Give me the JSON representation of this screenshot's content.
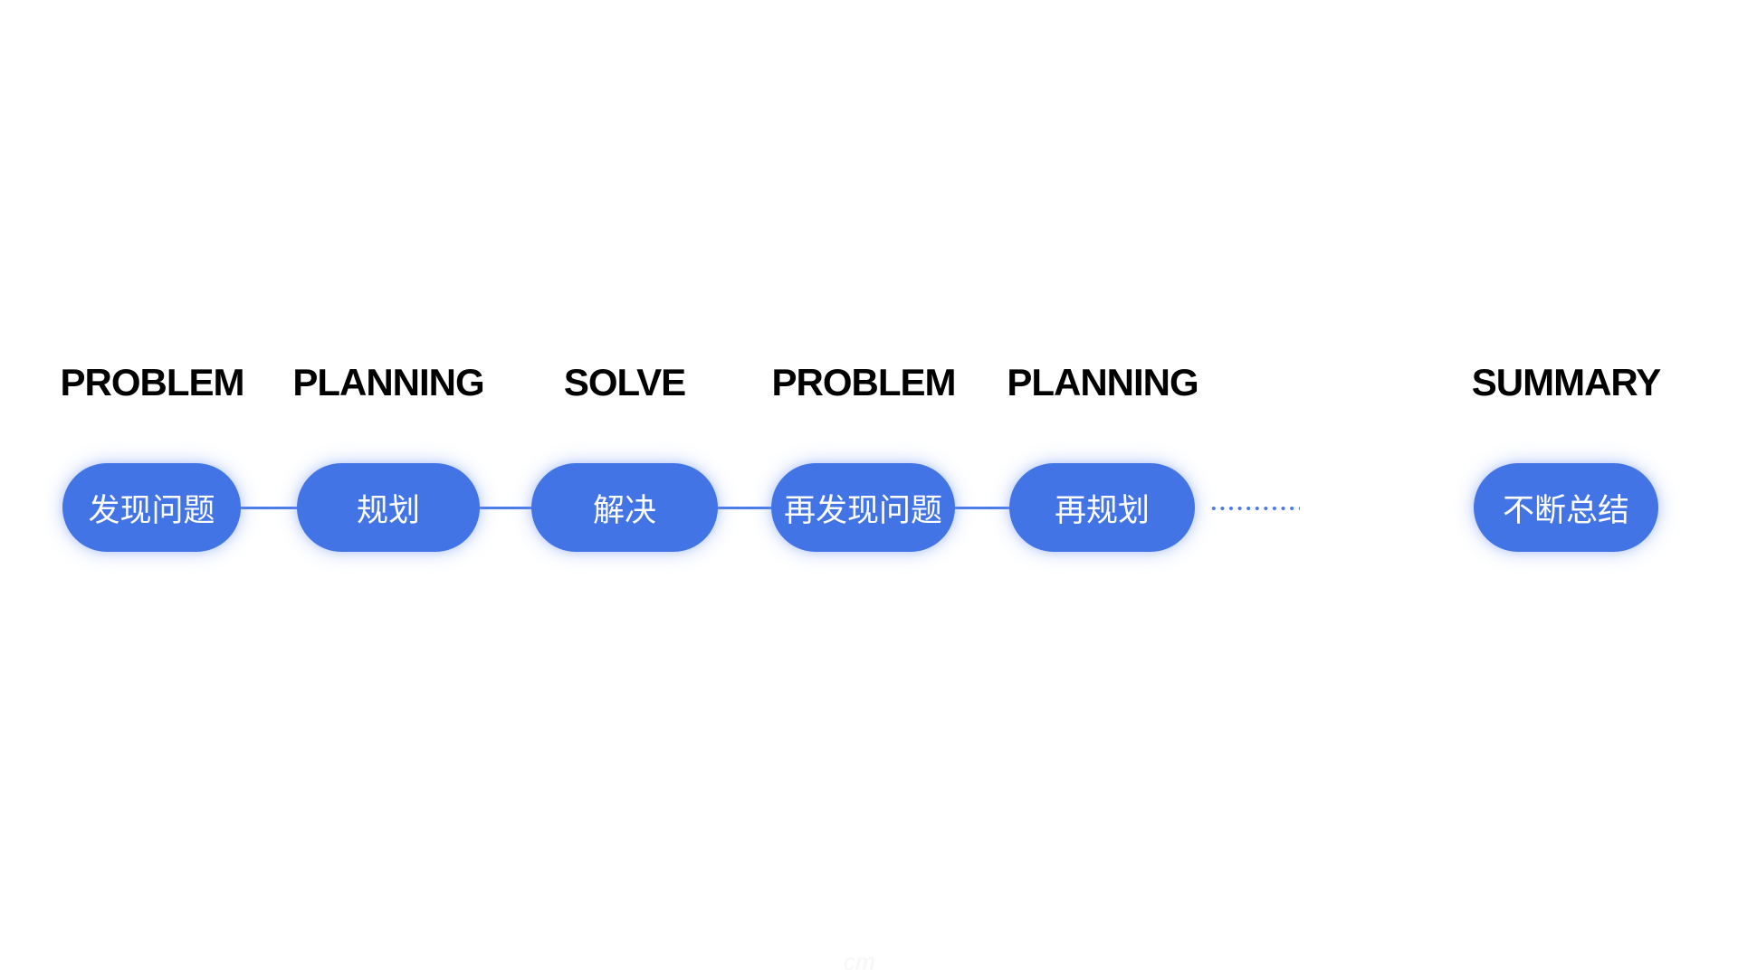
{
  "page": {
    "background": "#ffffff"
  },
  "flow": {
    "stages": [
      {
        "en": "PROBLEM",
        "zh": "发现问题"
      },
      {
        "en": "PLANNING",
        "zh": "规划"
      },
      {
        "en": "SOLVE",
        "zh": "解决"
      },
      {
        "en": "PROBLEM",
        "zh": "再发现问题"
      },
      {
        "en": "PLANNING",
        "zh": "再规划"
      },
      {
        "en": "SUMMARY",
        "zh": "不断总结"
      }
    ],
    "connectors": {
      "solid_count": 4,
      "ellipsis_after_stage": 5,
      "ellipsis_dot_count": 11
    },
    "colors": {
      "pill_fill": "#4374E6",
      "pill_text": "#FFFFFF",
      "connector": "#4E7CE8",
      "ellipsis_dots": "#4A76E0",
      "stage_label_text": "#000000"
    }
  },
  "watermark": {
    "text": "cm"
  }
}
